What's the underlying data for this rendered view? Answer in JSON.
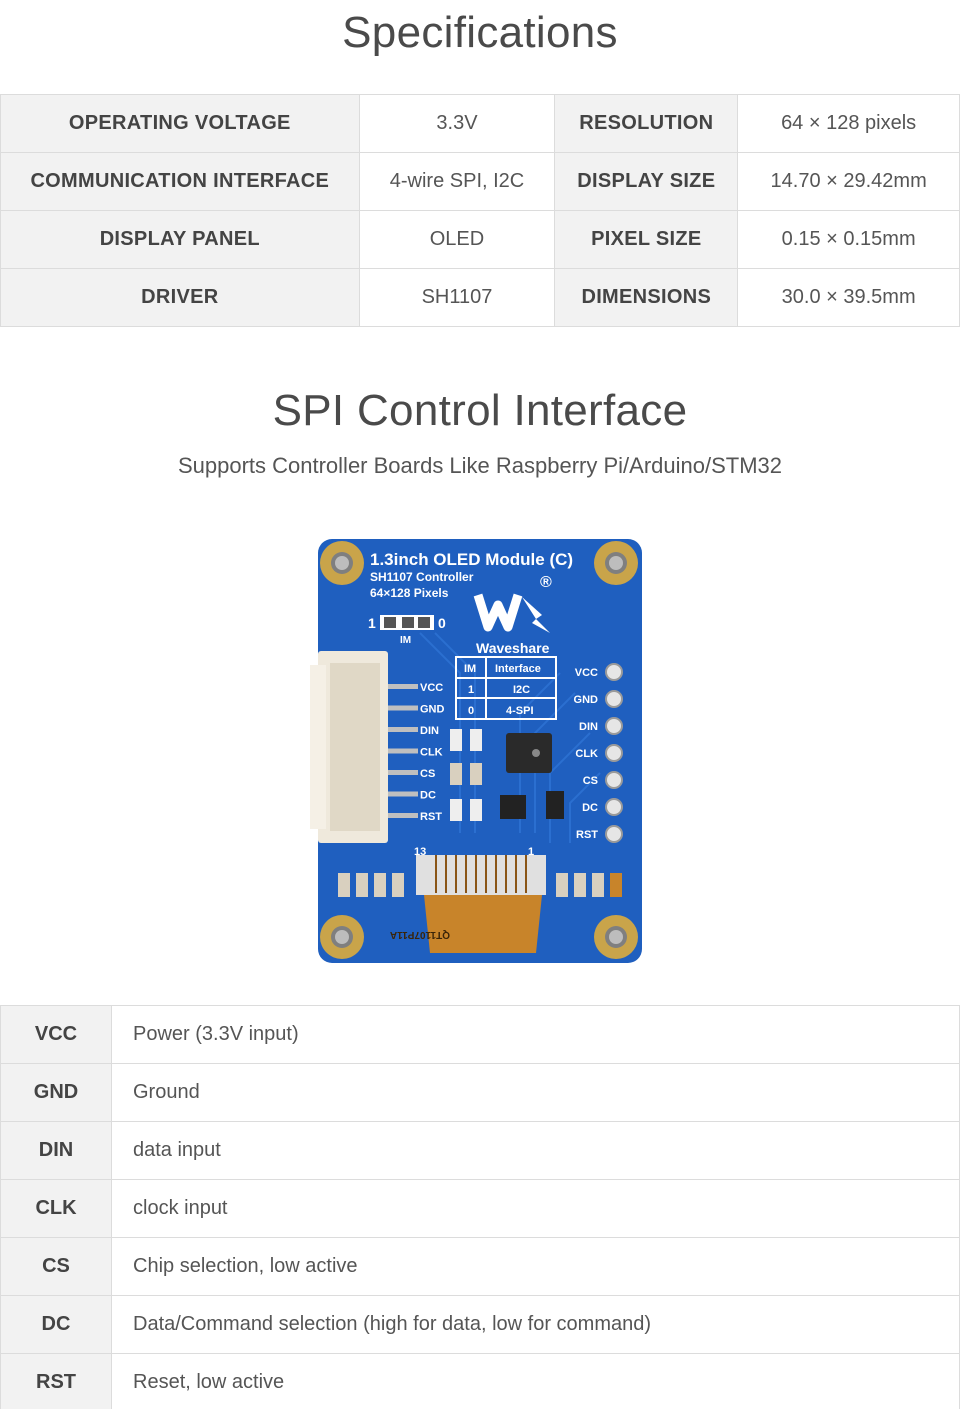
{
  "spec_title": "Specifications",
  "specs": [
    {
      "k1": "OPERATING VOLTAGE",
      "v1": "3.3V",
      "k2": "RESOLUTION",
      "v2": "64 × 128 pixels"
    },
    {
      "k1": "COMMUNICATION INTERFACE",
      "v1": "4-wire SPI, I2C",
      "k2": "DISPLAY SIZE",
      "v2": "14.70 × 29.42mm"
    },
    {
      "k1": "DISPLAY PANEL",
      "v1": "OLED",
      "k2": "PIXEL SIZE",
      "v2": "0.15 × 0.15mm"
    },
    {
      "k1": "DRIVER",
      "v1": "SH1107",
      "k2": "DIMENSIONS",
      "v2": "30.0 × 39.5mm"
    }
  ],
  "spi_title": "SPI Control Interface",
  "spi_subtitle": "Supports Controller Boards Like Raspberry Pi/Arduino/STM32",
  "board": {
    "title": "1.3inch OLED Module (C)",
    "line2": "SH1107 Controller",
    "line3": "64×128 Pixels",
    "brand": "Waveshare",
    "reg": "®",
    "im_label": "IM",
    "im_one": "1",
    "im_zero": "0",
    "table_head": [
      "IM",
      "Interface"
    ],
    "table_rows": [
      [
        "1",
        "I2C"
      ],
      [
        "0",
        "4-SPI"
      ]
    ],
    "left_pins": [
      "VCC",
      "GND",
      "DIN",
      "CLK",
      "CS",
      "DC",
      "RST"
    ],
    "right_pins": [
      "VCC",
      "GND",
      "DIN",
      "CLK",
      "CS",
      "DC",
      "RST"
    ],
    "fpc_left": "13",
    "fpc_right": "1",
    "fpc_code": "QT1107P11A",
    "colors": {
      "pcb": "#1f5fbf",
      "brass": "#c9a44a",
      "connector": "#efe9dc",
      "fpc": "#c8842a"
    }
  },
  "pins": [
    {
      "name": "VCC",
      "desc": "Power (3.3V input)"
    },
    {
      "name": "GND",
      "desc": "Ground"
    },
    {
      "name": "DIN",
      "desc": "data input"
    },
    {
      "name": "CLK",
      "desc": "clock input"
    },
    {
      "name": "CS",
      "desc": "Chip selection, low active"
    },
    {
      "name": "DC",
      "desc": "Data/Command selection (high for data, low for command)"
    },
    {
      "name": "RST",
      "desc": "Reset, low active"
    }
  ]
}
